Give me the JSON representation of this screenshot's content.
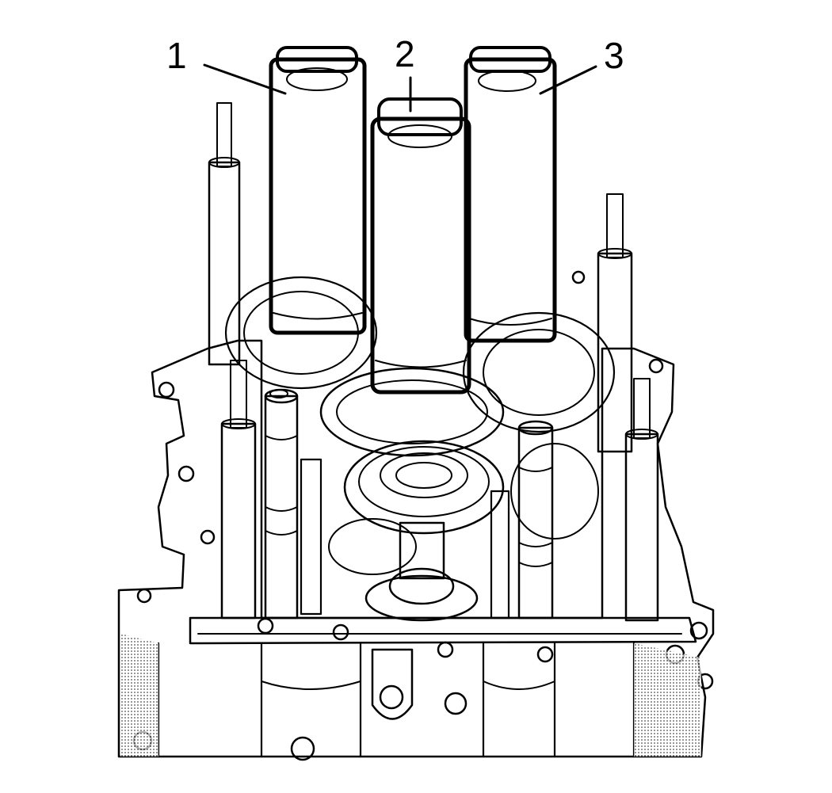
{
  "callouts": [
    {
      "id": "1",
      "label": "1"
    },
    {
      "id": "2",
      "label": "2"
    },
    {
      "id": "3",
      "label": "3"
    }
  ],
  "colors": {
    "ink": "#000000",
    "paper": "#ffffff",
    "stipple": "#000000"
  }
}
